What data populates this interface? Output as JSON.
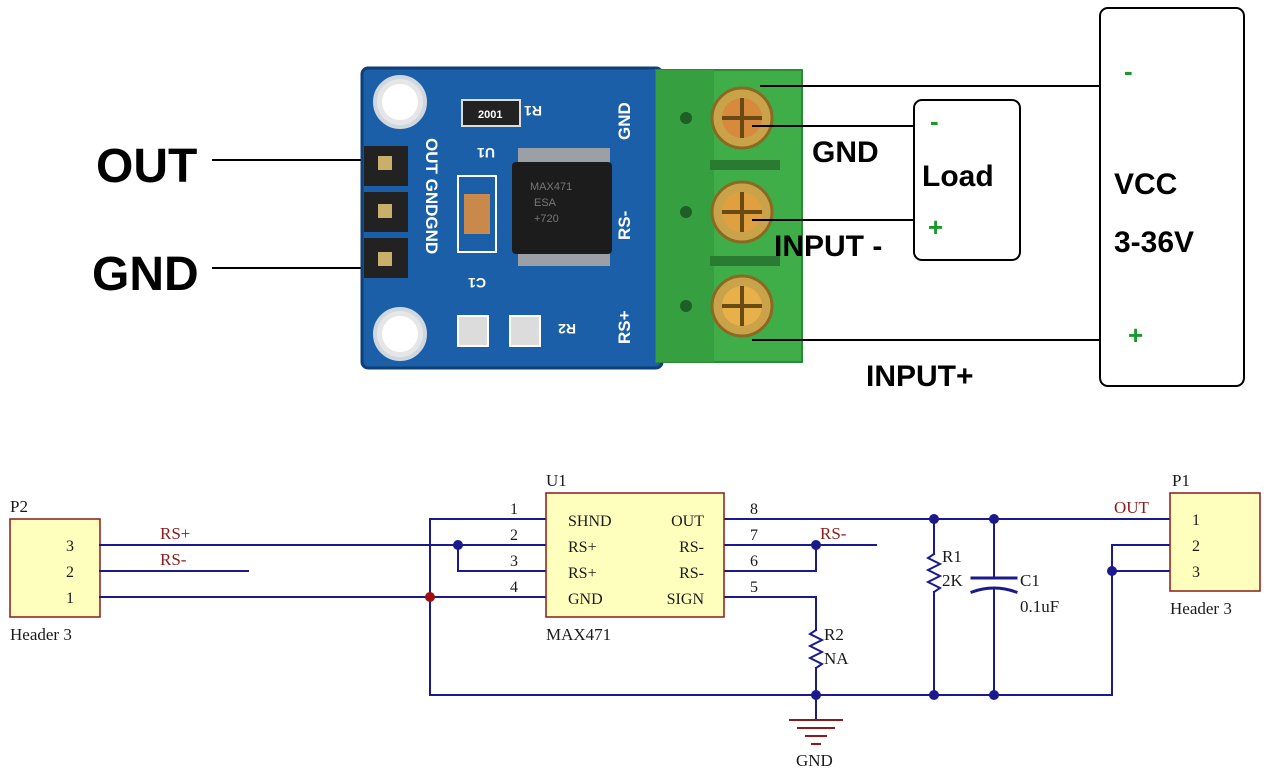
{
  "photo": {
    "labels": {
      "out": "OUT",
      "gnd": "GND",
      "gnd_terminal": "GND",
      "input_minus": "INPUT -",
      "input_plus": "INPUT+",
      "load": "Load",
      "load_minus": "-",
      "load_plus": "+",
      "vcc": "VCC",
      "vcc_range": "3-36V",
      "vcc_minus": "-",
      "vcc_plus": "+"
    },
    "silkscreen": {
      "out_gnd_gnd": "OUT GNDGND",
      "gnd": "GND",
      "rs_minus": "RS-",
      "rs_plus": "RS+",
      "r1": "R1",
      "r2": "R2",
      "u1": "U1",
      "c1": "C1",
      "resistor_code": "2001",
      "chip_line1": "MAX471",
      "chip_line2": "ESA",
      "chip_line3": "+720"
    },
    "colors": {
      "board": "#1a5fa8",
      "terminal": "#3fae49",
      "sign_green": "#1a9a2a"
    }
  },
  "schematic": {
    "p2": {
      "ref": "P2",
      "name": "Header 3",
      "pins": [
        "3",
        "2",
        "1"
      ]
    },
    "net_rs_plus": "RS+",
    "net_rs_minus_left": "RS-",
    "net_rs_minus_right": "RS-",
    "net_out": "OUT",
    "u1": {
      "ref": "U1",
      "name": "MAX471",
      "left_pins": [
        {
          "num": "1",
          "name": "SHND"
        },
        {
          "num": "2",
          "name": "RS+"
        },
        {
          "num": "3",
          "name": "RS+"
        },
        {
          "num": "4",
          "name": "GND"
        }
      ],
      "right_pins": [
        {
          "num": "8",
          "name": "OUT"
        },
        {
          "num": "7",
          "name": "RS-"
        },
        {
          "num": "6",
          "name": "RS-"
        },
        {
          "num": "5",
          "name": "SIGN"
        }
      ]
    },
    "r1": {
      "ref": "R1",
      "value": "2K"
    },
    "c1": {
      "ref": "C1",
      "value": "0.1uF"
    },
    "r2": {
      "ref": "R2",
      "value": "NA"
    },
    "gnd_symbol": "GND",
    "p1": {
      "ref": "P1",
      "name": "Header 3",
      "pins": [
        "1",
        "2",
        "3"
      ]
    },
    "colors": {
      "wire": "#1a1a8c",
      "text": "#1a1a1a",
      "net_label": "#8b1a1a",
      "ic_fill": "#ffffbd",
      "ic_stroke": "#8b1a1a",
      "junction": "#1a1a8c",
      "junction_red": "#a01010"
    }
  }
}
